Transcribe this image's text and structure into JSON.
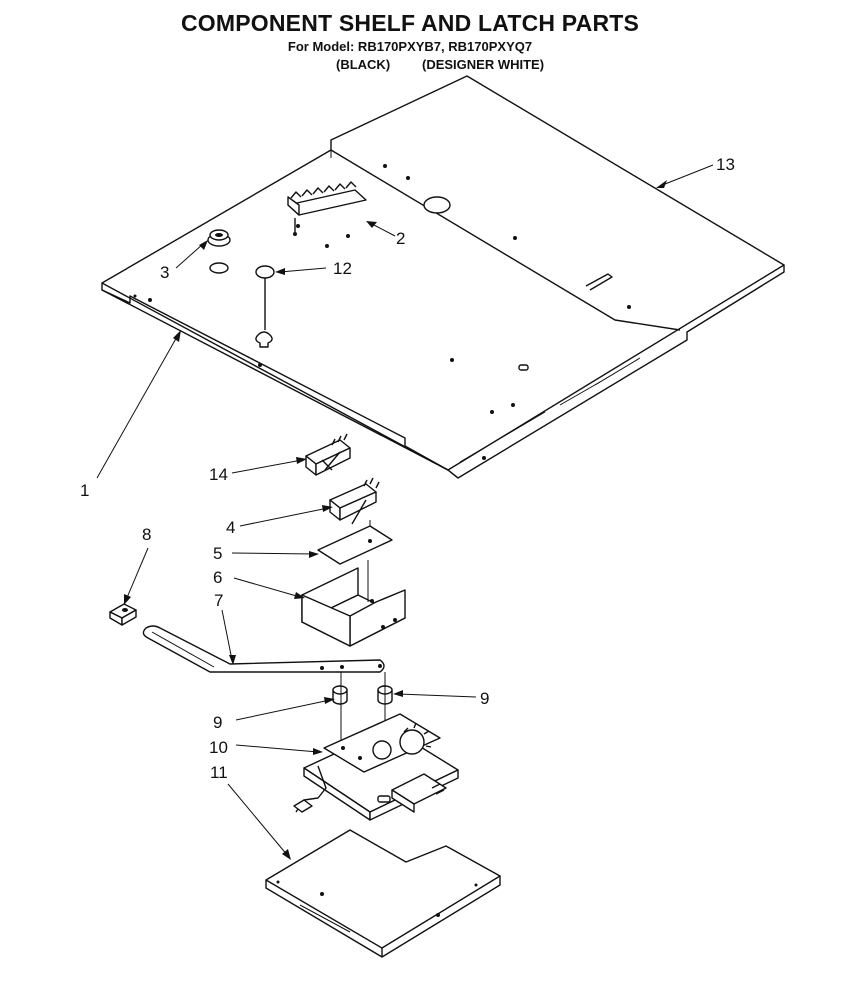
{
  "title": "COMPONENT SHELF AND LATCH PARTS",
  "model_line": "For Model: RB170PXYB7, RB170PXYQ7",
  "color_black": "(BLACK)",
  "color_white": "(DESIGNER WHITE)",
  "callouts": {
    "c1": "1",
    "c2": "2",
    "c3": "3",
    "c4": "4",
    "c5": "5",
    "c6": "6",
    "c7": "7",
    "c8": "8",
    "c9a": "9",
    "c9b": "9",
    "c10": "10",
    "c11": "11",
    "c12": "12",
    "c13": "13",
    "c14": "14"
  }
}
